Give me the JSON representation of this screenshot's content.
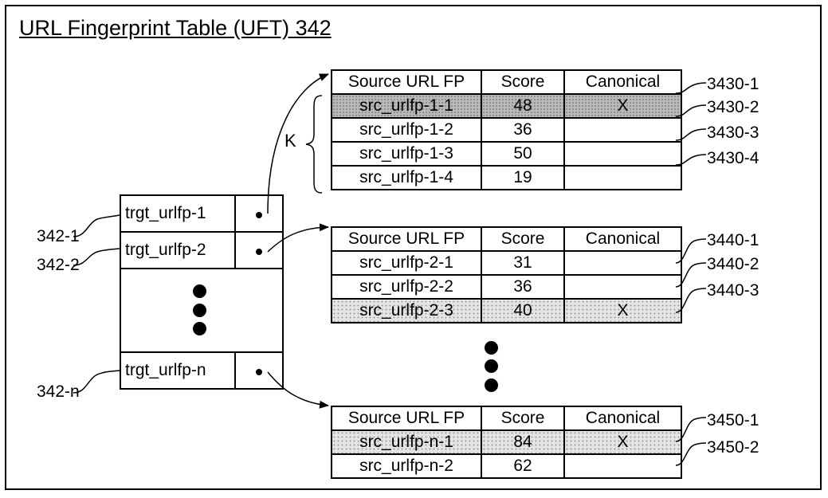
{
  "title": "URL Fingerprint Table (UFT) 342",
  "headers": {
    "source": "Source URL FP",
    "score": "Score",
    "canonical": "Canonical"
  },
  "uft": {
    "rows": [
      {
        "label": "trgt_urlfp-1",
        "ref": "342-1"
      },
      {
        "label": "trgt_urlfp-2",
        "ref": "342-2"
      },
      {
        "label": "trgt_urlfp-n",
        "ref": "342-n"
      }
    ]
  },
  "k_label": "K",
  "tables": [
    {
      "rows": [
        {
          "src": "src_urlfp-1-1",
          "score": "48",
          "canonical": "X",
          "ref": "3430-1"
        },
        {
          "src": "src_urlfp-1-2",
          "score": "36",
          "canonical": "",
          "ref": "3430-2"
        },
        {
          "src": "src_urlfp-1-3",
          "score": "50",
          "canonical": "",
          "ref": "3430-3"
        },
        {
          "src": "src_urlfp-1-4",
          "score": "19",
          "canonical": "",
          "ref": "3430-4"
        }
      ]
    },
    {
      "rows": [
        {
          "src": "src_urlfp-2-1",
          "score": "31",
          "canonical": "",
          "ref": "3440-1"
        },
        {
          "src": "src_urlfp-2-2",
          "score": "36",
          "canonical": "",
          "ref": "3440-2"
        },
        {
          "src": "src_urlfp-2-3",
          "score": "40",
          "canonical": "X",
          "ref": "3440-3"
        }
      ]
    },
    {
      "rows": [
        {
          "src": "src_urlfp-n-1",
          "score": "84",
          "canonical": "X",
          "ref": "3450-1"
        },
        {
          "src": "src_urlfp-n-2",
          "score": "62",
          "canonical": "",
          "ref": "3450-2"
        }
      ]
    }
  ]
}
